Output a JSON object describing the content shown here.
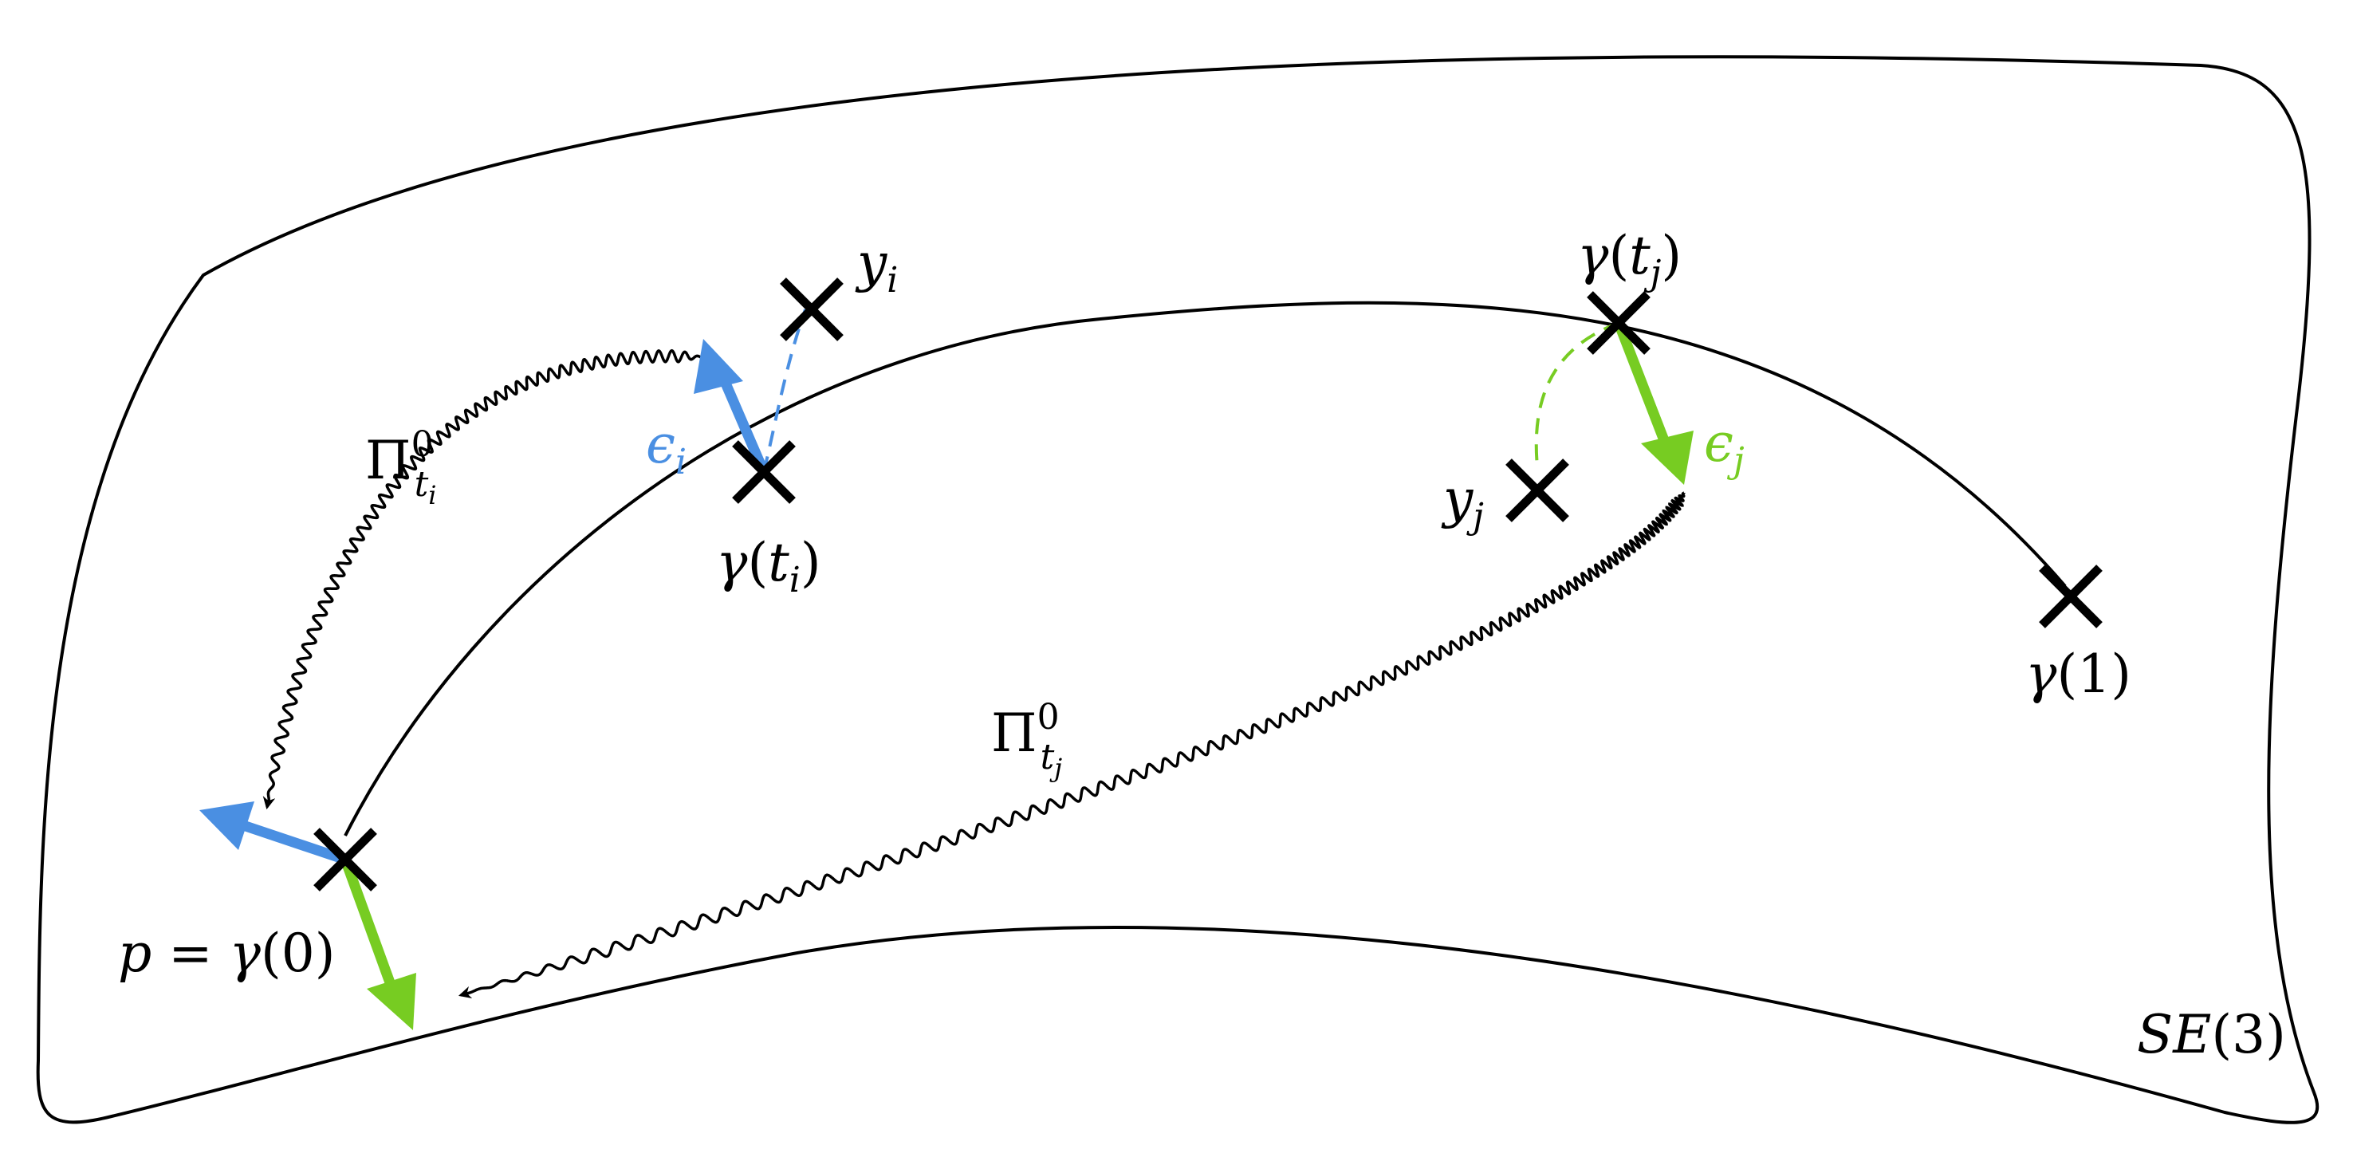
{
  "colors": {
    "blue": "#4A8FE2",
    "green": "#77CC22",
    "ink": "#000000",
    "background": "#ffffff"
  },
  "labels": {
    "space": {
      "main": "SE",
      "arg": "(3)"
    },
    "p_origin": {
      "lhs": "p",
      "eq": " = ",
      "gamma": "γ",
      "arg": "(0)"
    },
    "gamma_end": {
      "gamma": "γ",
      "arg": "(1)"
    },
    "gamma_ti": {
      "gamma": "γ",
      "open": "(",
      "t": "t",
      "sub": "i",
      "close": ")"
    },
    "gamma_tj": {
      "gamma": "γ",
      "open": "(",
      "t": "t",
      "sub": "j",
      "close": ")"
    },
    "y_i": {
      "main": "y",
      "sub": "i"
    },
    "y_j": {
      "main": "y",
      "sub": "j"
    },
    "eps_i": {
      "main": "ϵ",
      "sub": "i"
    },
    "eps_j": {
      "main": "ϵ",
      "sub": "j"
    },
    "transport_i": {
      "main": "Π",
      "sup": "0",
      "t": "t",
      "subsub": "i"
    },
    "transport_j": {
      "main": "Π",
      "sup": "0",
      "t": "t",
      "subsub": "j"
    }
  }
}
